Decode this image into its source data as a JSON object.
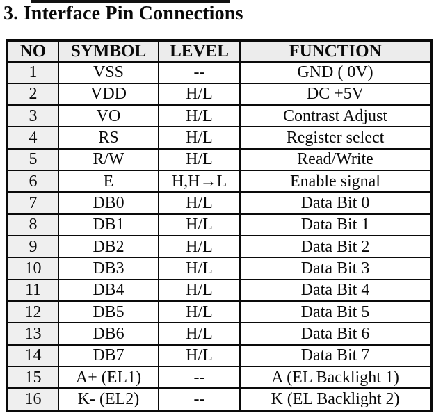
{
  "page": {
    "title": "3. Interface Pin Connections"
  },
  "table": {
    "headers": [
      "NO",
      "SYMBOL",
      "LEVEL",
      "FUNCTION"
    ],
    "rows": [
      {
        "no": "1",
        "symbol": "VSS",
        "level": "--",
        "function": "GND ( 0V)"
      },
      {
        "no": "2",
        "symbol": "VDD",
        "level": "H/L",
        "function": "DC +5V"
      },
      {
        "no": "3",
        "symbol": "VO",
        "level": "H/L",
        "function": "Contrast Adjust"
      },
      {
        "no": "4",
        "symbol": "RS",
        "level": "H/L",
        "function": "Register select"
      },
      {
        "no": "5",
        "symbol": "R/W",
        "level": "H/L",
        "function": "Read/Write"
      },
      {
        "no": "6",
        "symbol": "E",
        "level": "H,H→L",
        "function": "Enable signal"
      },
      {
        "no": "7",
        "symbol": "DB0",
        "level": "H/L",
        "function": "Data Bit 0"
      },
      {
        "no": "8",
        "symbol": "DB1",
        "level": "H/L",
        "function": "Data Bit 1"
      },
      {
        "no": "9",
        "symbol": "DB2",
        "level": "H/L",
        "function": "Data Bit 2"
      },
      {
        "no": "10",
        "symbol": "DB3",
        "level": "H/L",
        "function": "Data Bit 3"
      },
      {
        "no": "11",
        "symbol": "DB4",
        "level": "H/L",
        "function": "Data Bit 4"
      },
      {
        "no": "12",
        "symbol": "DB5",
        "level": "H/L",
        "function": "Data Bit 5"
      },
      {
        "no": "13",
        "symbol": "DB6",
        "level": "H/L",
        "function": "Data Bit 6"
      },
      {
        "no": "14",
        "symbol": "DB7",
        "level": "H/L",
        "function": "Data Bit 7"
      },
      {
        "no": "15",
        "symbol": "A+ (EL1)",
        "level": "--",
        "function": "A (EL Backlight 1)"
      },
      {
        "no": "16",
        "symbol": "K- (EL2)",
        "level": "--",
        "function": "K (EL Backlight 2)"
      }
    ],
    "colors": {
      "header_bg": "#ececec",
      "no_column_bg": "#efefef",
      "border": "#0a0a0a"
    }
  }
}
